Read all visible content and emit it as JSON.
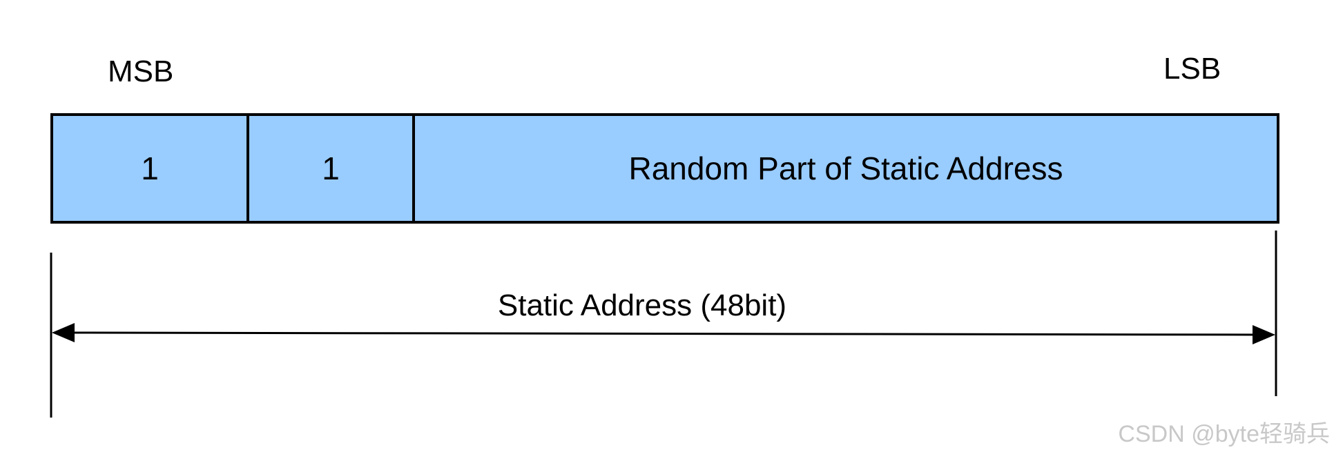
{
  "labels": {
    "msb": "MSB",
    "lsb": "LSB"
  },
  "fields": [
    {
      "text": "1"
    },
    {
      "text": "1"
    },
    {
      "text": "Random Part of Static Address"
    }
  ],
  "span_label": "Static Address (48bit)",
  "watermark": "CSDN @byte轻骑兵",
  "colors": {
    "field_fill": "#99ccff",
    "stroke": "#000000",
    "watermark": "#c8c8c8"
  }
}
